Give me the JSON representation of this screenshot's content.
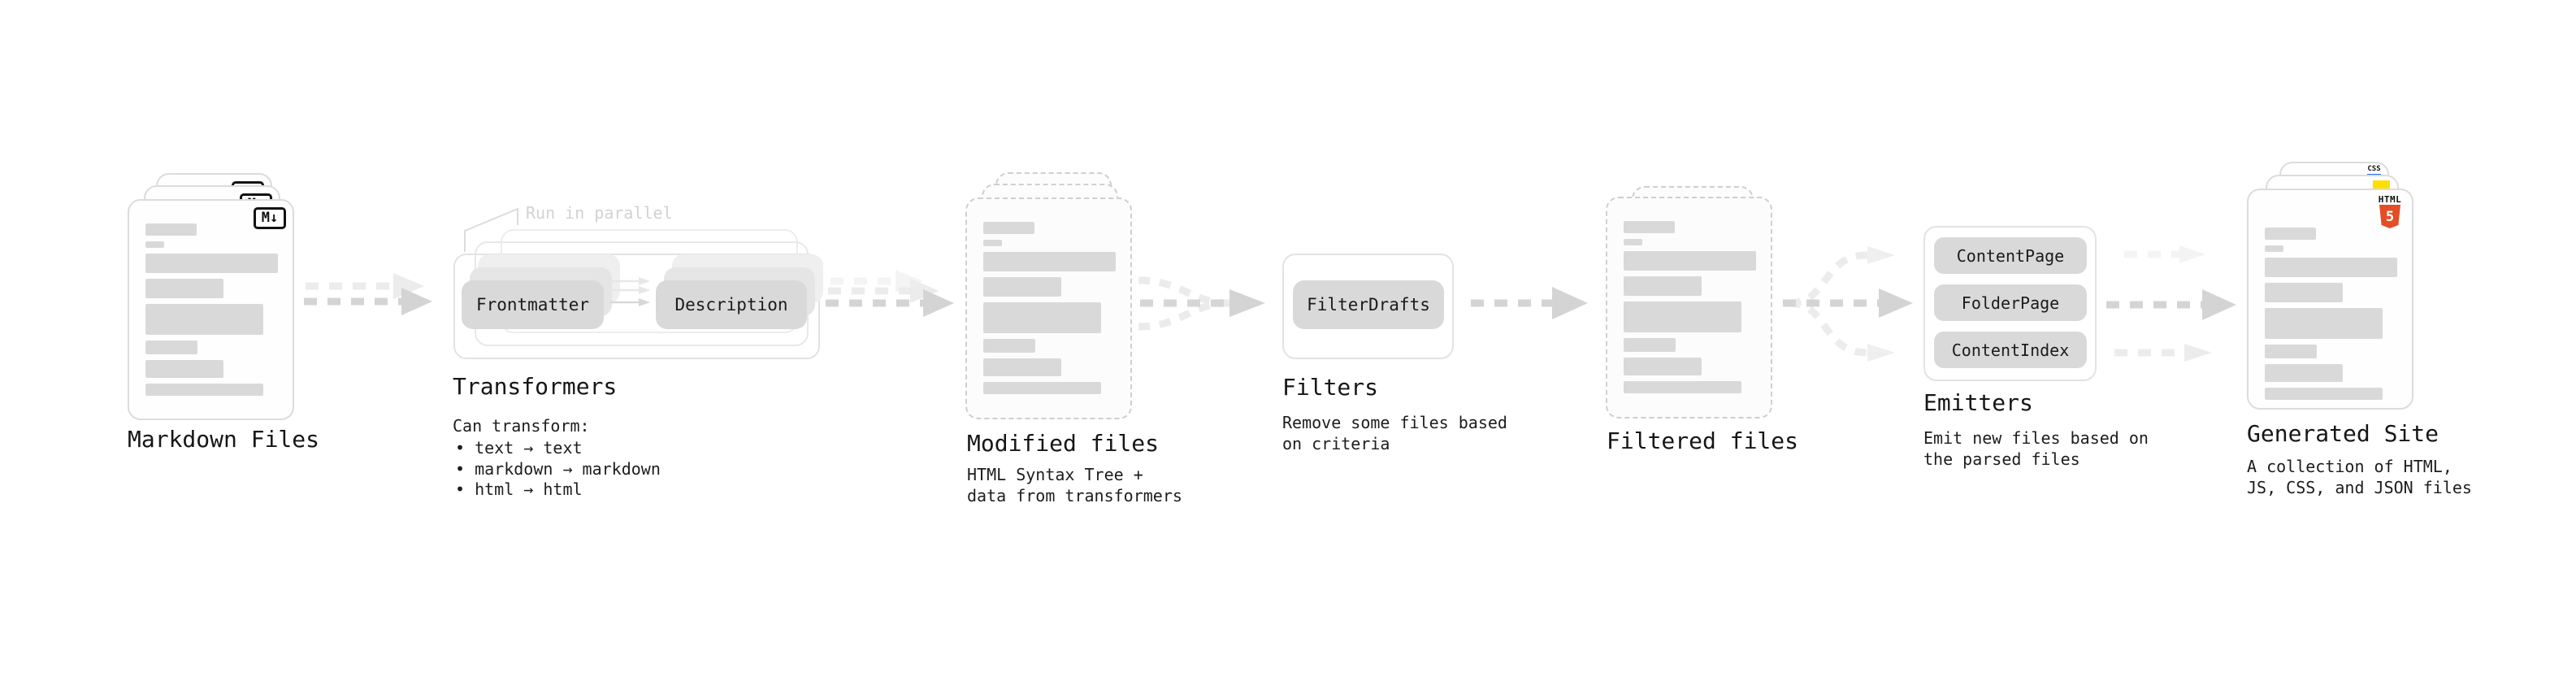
{
  "stages": {
    "markdown_files": {
      "label": "Markdown Files",
      "file_badge": "M↓"
    },
    "transformers": {
      "annotation": "Run in parallel",
      "pill_left": "Frontmatter",
      "pill_right": "Description",
      "label": "Transformers",
      "caption_title": "Can transform:",
      "bullets": [
        "• text → text",
        "• markdown → markdown",
        "• html → html"
      ]
    },
    "modified_files": {
      "label": "Modified files",
      "caption": "HTML Syntax Tree +\ndata from transformers"
    },
    "filters": {
      "pill": "FilterDrafts",
      "label": "Filters",
      "caption": "Remove some files based\non criteria"
    },
    "filtered_files": {
      "label": "Filtered files"
    },
    "emitters": {
      "pills": [
        "ContentPage",
        "FolderPage",
        "ContentIndex"
      ],
      "label": "Emitters",
      "caption": "Emit new files based on\nthe parsed files"
    },
    "generated_site": {
      "label": "Generated Site",
      "caption": "A collection of HTML,\nJS, CSS, and JSON files",
      "badges": {
        "html_word": "HTML",
        "html_number": "5",
        "css": "CSS"
      }
    }
  },
  "colors": {
    "arrow_dark": "#d4d4d4",
    "arrow_light": "#ececec",
    "arrow_faint": "#f4f4f4",
    "html5_orange": "#e44d26",
    "js_yellow": "#ffdf00",
    "css_blue": "#2b6bf3"
  }
}
